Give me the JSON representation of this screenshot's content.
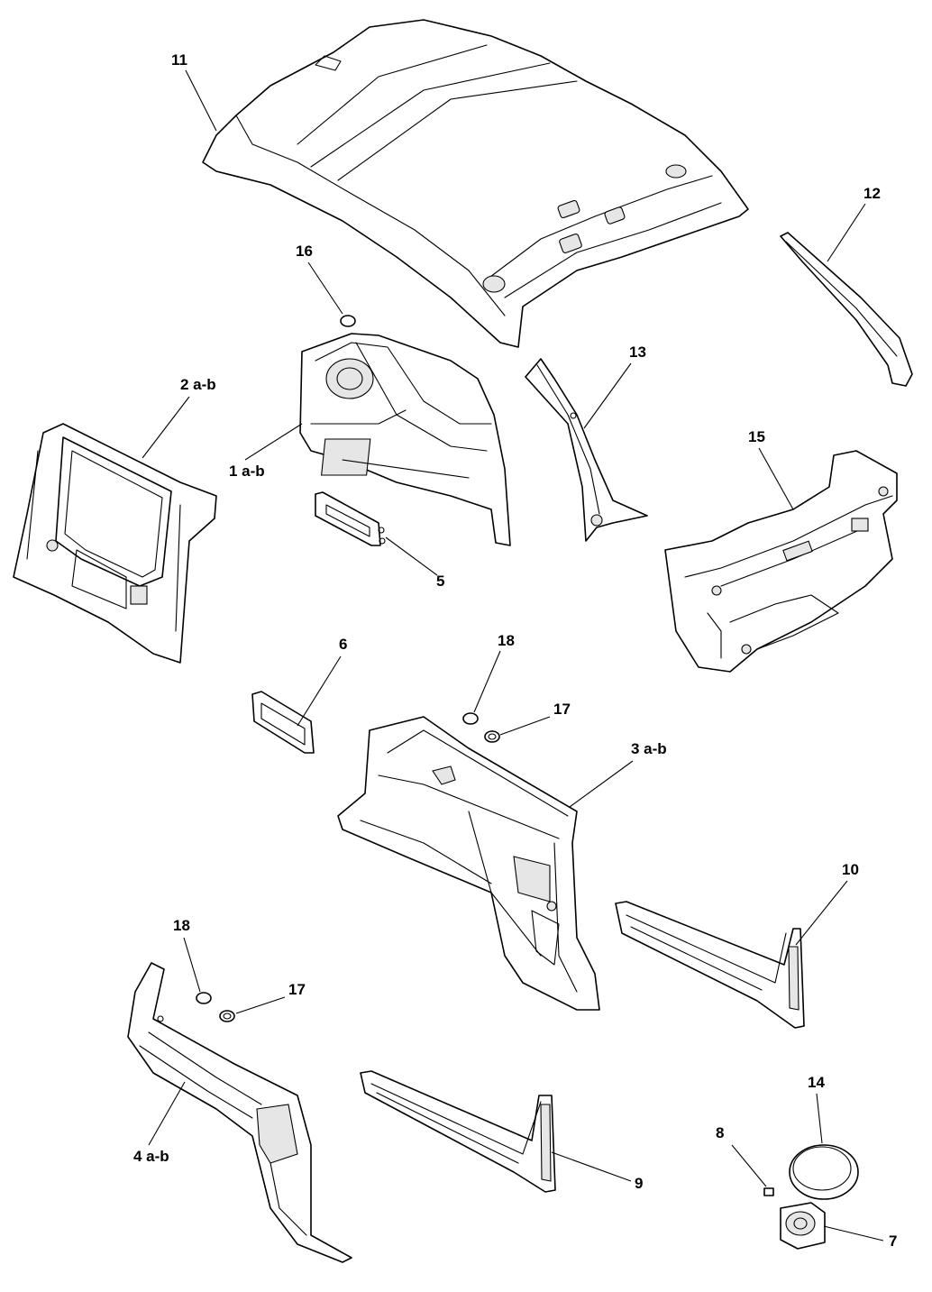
{
  "labels": {
    "l1": "1 a-b",
    "l2": "2 a-b",
    "l3": "3  a-b",
    "l4": "4 a-b",
    "l5": "5",
    "l6": "6",
    "l7": "7",
    "l8": "8",
    "l9": "9",
    "l10": "10",
    "l11": "11",
    "l12": "12",
    "l13": "13",
    "l14": "14",
    "l15": "15",
    "l16": "16",
    "l17a": "17",
    "l17b": "17",
    "l18a": "18",
    "l18b": "18"
  }
}
